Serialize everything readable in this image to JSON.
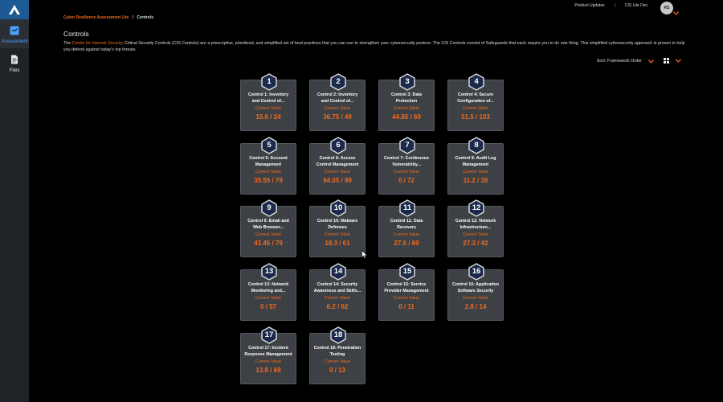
{
  "app": {
    "logo_icon": "triangle-logo-icon"
  },
  "sidebar": {
    "items": [
      {
        "label": "Assessment",
        "icon": "assessment-icon",
        "active": true
      },
      {
        "label": "Files",
        "icon": "file-icon",
        "active": false
      }
    ]
  },
  "topbar": {
    "product_updates": "Product Updates",
    "separator": "|",
    "account_name": "CIS Lite Dev",
    "avatar_initials": "RS"
  },
  "breadcrumb": {
    "parent": "Cyber Resilience Assessment Lite",
    "separator": "/",
    "current": "Controls"
  },
  "page": {
    "title": "Controls",
    "description_prefix": "The",
    "description_link": "Center for Internet Security",
    "description_rest": "Critical Security Controls (CIS Controls) are a prescriptive, prioritized, and simplified set of best practices that you can use to strengthen your cybersecurity posture. The CIS Controls consist of Safeguards that each require you to do one thing. This simplified cybersecurity approach is proven to help you defend against today's top threats."
  },
  "toolbar": {
    "sort_label": "Sort: Framework Order",
    "view_icon": "grid-view-icon"
  },
  "colors": {
    "accent": "#f26b1d",
    "active_nav": "#4aa3ff",
    "card_bg": "#3d4045",
    "badge_fill": "#1b2a4a",
    "badge_stroke": "#e0e0e0"
  },
  "cards_label": "Current Value",
  "controls": [
    {
      "number": "1",
      "title": "Control 1: Inventory and Control of...",
      "value": "15.6 / 24"
    },
    {
      "number": "2",
      "title": "Control 2: Inventory and Control of...",
      "value": "36.75 / 49"
    },
    {
      "number": "3",
      "title": "Control 3: Data Protection",
      "value": "44.85 / 69"
    },
    {
      "number": "4",
      "title": "Control 4: Secure Configuration of...",
      "value": "51.5 / 103"
    },
    {
      "number": "5",
      "title": "Control 5: Account Management",
      "value": "35.55 / 79"
    },
    {
      "number": "6",
      "title": "Control 6: Access Control Management",
      "value": "94.05 / 99"
    },
    {
      "number": "7",
      "title": "Control 7: Continuous Vulnerability...",
      "value": "0 / 72"
    },
    {
      "number": "8",
      "title": "Control 8: Audit Log Management",
      "value": "11.2 / 28"
    },
    {
      "number": "9",
      "title": "Control 9: Email and Web Browser...",
      "value": "43.45 / 79"
    },
    {
      "number": "10",
      "title": "Control 10: Malware Defenses",
      "value": "18.3 / 61"
    },
    {
      "number": "11",
      "title": "Control 11: Data Recovery",
      "value": "27.6 / 69"
    },
    {
      "number": "12",
      "title": "Control 12: Network Infrastructure...",
      "value": "27.3 / 42"
    },
    {
      "number": "13",
      "title": "Control 13: Network Monitoring and...",
      "value": "0 / 57"
    },
    {
      "number": "14",
      "title": "Control 14: Security Awareness and Skills...",
      "value": "6.2 / 62"
    },
    {
      "number": "15",
      "title": "Control 15: Service Provider Management",
      "value": "0 / 11"
    },
    {
      "number": "16",
      "title": "Control 16: Application Software Security",
      "value": "2.8 / 14"
    },
    {
      "number": "17",
      "title": "Control 17: Incident Response Management",
      "value": "13.8 / 69"
    },
    {
      "number": "18",
      "title": "Control 18: Penetration Testing",
      "value": "0 / 13"
    }
  ]
}
